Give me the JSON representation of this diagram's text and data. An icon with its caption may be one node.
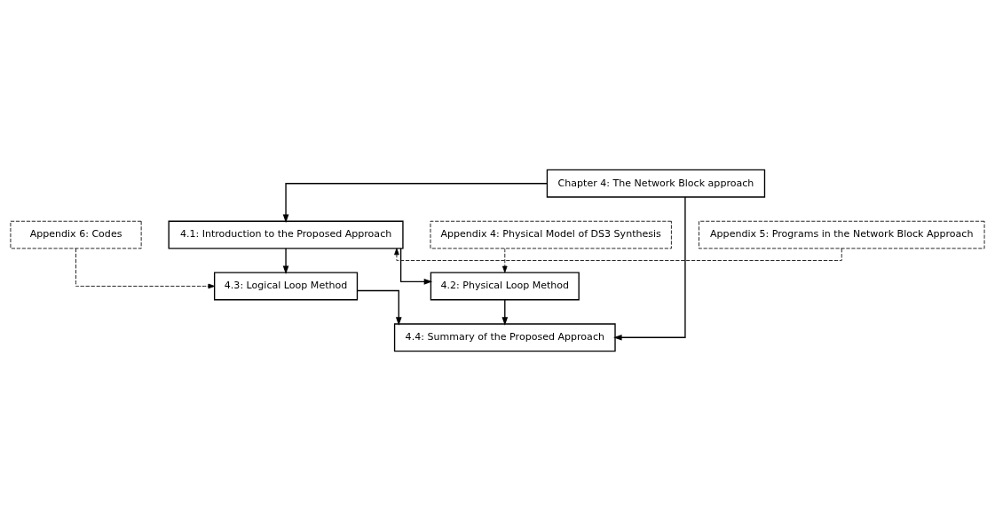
{
  "diagram": {
    "nodes": [
      {
        "text": [
          "Chapter 4: The Network Block approach"
        ]
      },
      {
        "text": [
          "4.1: Introduction to the Proposed Approach"
        ]
      },
      {
        "text": [
          "Appendix 4: Physical Model of DS3 Synthesis"
        ]
      },
      {
        "text": [
          "Appendix 5: Programs in the Network Block Approach"
        ]
      },
      {
        "text": [
          "Appendix 6: Codes"
        ]
      },
      {
        "text": [
          "4.2: Physical Loop Method"
        ]
      },
      {
        "text": [
          "4.3: Logical Loop Method"
        ]
      },
      {
        "text": [
          "4.4: Summary of the Proposed Approach"
        ]
      }
    ],
    "edges": [
      {
        "from": 0,
        "to": 1,
        "arrow": "to"
      },
      {
        "from": 0,
        "to": 7,
        "arrow": "to"
      },
      {
        "from": 3,
        "to": 1,
        "arrow": "to",
        "style": "dashed"
      },
      {
        "from": 1,
        "to": 5,
        "arrow": "to"
      },
      {
        "from": 1,
        "to": 6,
        "arrow": "to"
      },
      {
        "from": 2,
        "to": 5,
        "arrow": "to",
        "style": "dashed"
      },
      {
        "from": 4,
        "to": 6,
        "arrow": "to",
        "style": "dashed"
      },
      {
        "from": 5,
        "to": 7,
        "arrow": "to"
      },
      {
        "from": 6,
        "to": 7,
        "arrow": "to"
      }
    ]
  }
}
